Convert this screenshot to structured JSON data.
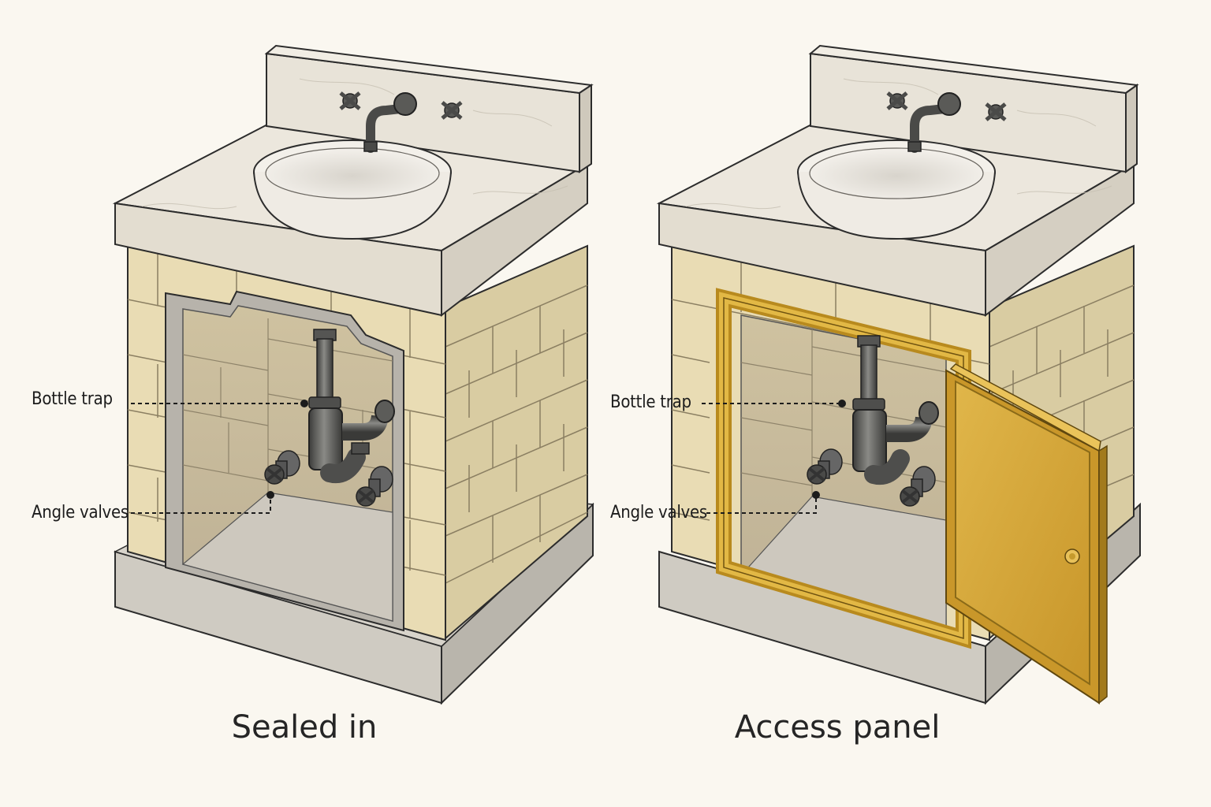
{
  "panels": [
    {
      "id": "sealed",
      "caption": "Sealed in",
      "callouts": {
        "trap": "Bottle trap",
        "valves": "Angle valves"
      }
    },
    {
      "id": "access",
      "caption": "Access panel",
      "callouts": {
        "trap": "Bottle trap",
        "valves": "Angle valves"
      }
    }
  ],
  "colors": {
    "background": "#faf7f0",
    "stone": "#e9dcb4",
    "countertop": "#ece7dd",
    "plinth": "#cfcbc2",
    "pipe": "#5f5f5c",
    "access_panel": "#d4a22c"
  }
}
